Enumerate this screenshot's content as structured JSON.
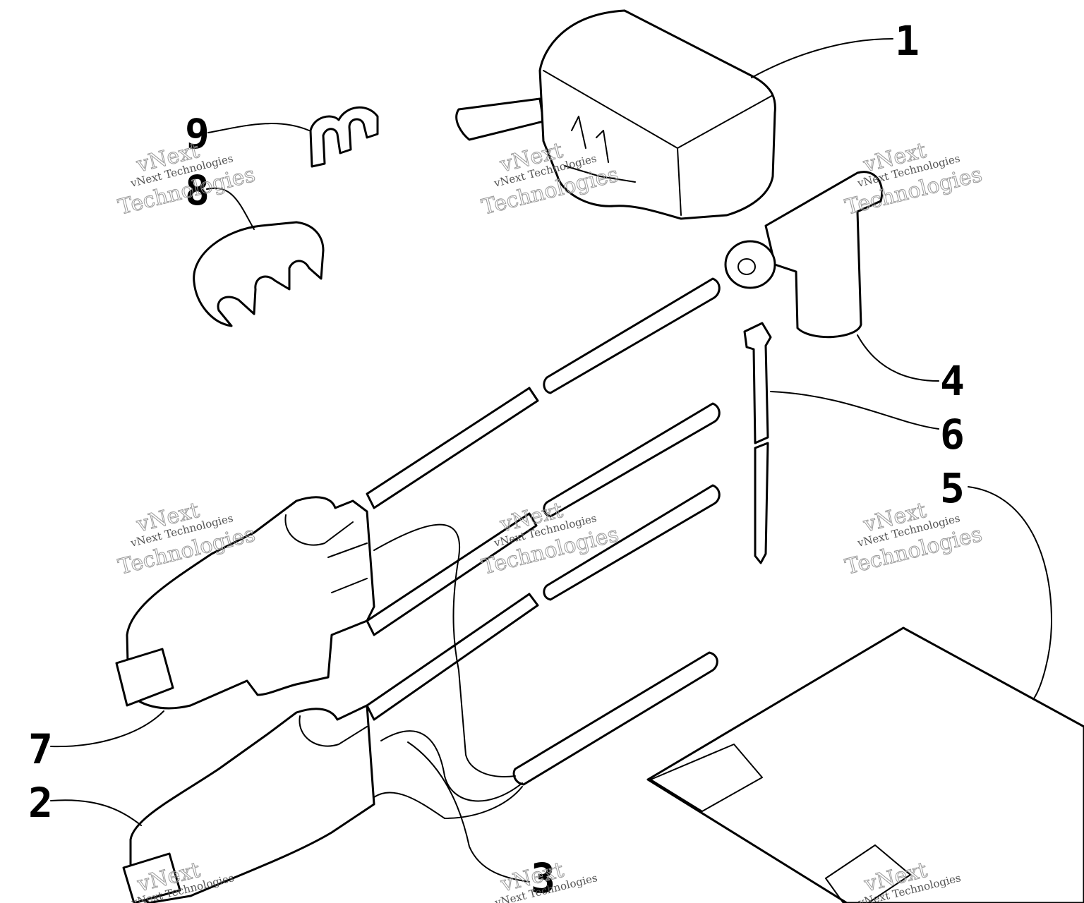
{
  "callouts": {
    "c1": "1",
    "c2": "2",
    "c3": "3",
    "c4": "4",
    "c5": "5",
    "c6": "6",
    "c7": "7",
    "c8": "8",
    "c9": "9"
  },
  "watermark": {
    "line_small": "vNext Technologies",
    "line_big_1": "vNext",
    "line_big_2": "Technologies"
  }
}
